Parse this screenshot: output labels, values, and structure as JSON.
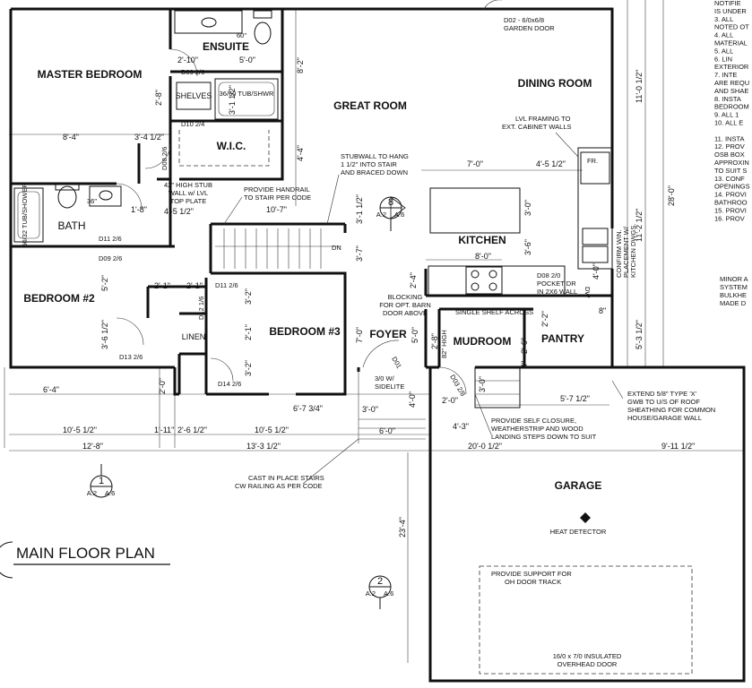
{
  "title": "MAIN FLOOR PLAN",
  "rooms": {
    "master_bedroom": "MASTER BEDROOM",
    "ensuite": "ENSUITE",
    "wic": "W.I.C.",
    "bath": "BATH",
    "bedroom2": "BEDROOM #2",
    "bedroom3": "BEDROOM #3",
    "great_room": "GREAT ROOM",
    "dining_room": "DINING ROOM",
    "kitchen": "KITCHEN",
    "foyer": "FOYER",
    "mudroom": "MUDROOM",
    "pantry": "PANTRY",
    "garage": "GARAGE",
    "linen": "LINEN",
    "shelves": "SHELVES"
  },
  "fixtures": {
    "tub_shwr": "36/60 TUB/SHWR",
    "tub_shower_bath": "60/32 TUB/SHOWER",
    "lav_60": "60\"",
    "lav_36": "36\"",
    "fridge": "FR.",
    "dw": "DW",
    "heat_detector": "HEAT DETECTOR",
    "dn": "DN"
  },
  "doors": {
    "d02": "D02 - 6/0x6/8",
    "d02_label": "GARDEN DOOR",
    "d09_ensuite": "D09 2/6",
    "d10": "D10 2/4",
    "d09_bath": "D09 2/6",
    "d08_wic": "D08 2/6",
    "d11_bath": "D11 2/6",
    "d11_bed3": "D11 2/6",
    "d12": "D12 1/6",
    "d13": "D13 2/6",
    "d14": "D14 2/6",
    "d01": "D01",
    "d03": "D03 2/8",
    "d08_pocket_1": "D08 2/0",
    "d08_pocket_2": "POCKET DR",
    "d08_pocket_3": "IN 2X6 WALL",
    "sidelite_1": "3/0 W/",
    "sidelite_2": "SIDELITE"
  },
  "notes": {
    "lvl_framing_1": "LVL FRAMING TO",
    "lvl_framing_2": "EXT. CABINET WALLS",
    "stubwall_1": "STUBWALL TO HANG",
    "stubwall_2": "1 1/2\" INTO STAIR",
    "stubwall_3": "AND BRACED DOWN",
    "stub_high_1": "42\" HIGH STUB",
    "stub_high_2": "WALL w/ LVL",
    "stub_high_3": "TOP PLATE",
    "handrail_1": "PROVIDE HANDRAIL",
    "handrail_2": "TO STAIR PER CODE",
    "blocking_1": "BLOCKING",
    "blocking_2": "FOR OPT. BARN",
    "blocking_3": "DOOR ABOVE",
    "single_shelf": "SINGLE SHELF ACROSS",
    "high_82": "82\" HIGH",
    "confirm_1": "CONFIRM WIN.",
    "confirm_2": "PLACEMENT W/",
    "confirm_3": "KITCHEN DWGS.",
    "extend_1": "EXTEND 5/8\" TYPE 'X'",
    "extend_2": "GWB TO U/S OF ROOF",
    "extend_3": "SHEATHING FOR COMMON",
    "extend_4": "HOUSE/GARAGE WALL",
    "closure_1": "PROVIDE SELF CLOSURE,",
    "closure_2": "WEATHERSTRIP AND WOOD",
    "closure_3": "LANDING STEPS DOWN TO SUIT",
    "cast_1": "CAST IN PLACE STAIRS",
    "cast_2": "CW RAILING AS PER CODE",
    "support_1": "PROVIDE SUPPORT FOR",
    "support_2": "OH DOOR TRACK",
    "ohdoor_1": "16/0 x 7/0 INSULATED",
    "ohdoor_2": "OVERHEAD DOOR",
    "minor_1": "MINOR A",
    "minor_2": "SYSTEM",
    "minor_3": "BULKHE",
    "minor_4": "MADE D"
  },
  "side_notes": [
    "NOTIFIE",
    "IS UNDER",
    "3.   ALL",
    "NOTED OT",
    "4.   ALL",
    "MATERIAL",
    "5.   ALL",
    "6.   LIN",
    "EXTERIOR",
    "7.   INTE",
    "ARE REQU",
    "AND SHAE",
    "8.   INSTA",
    "BEDROOM",
    "9.   ALL 1",
    "10.  ALL E",
    "",
    "11.  INSTA",
    "12.  PROV",
    "OSB BOX",
    "APPROXIN",
    "TO SUIT S",
    "13.  CONF",
    "OPENINGS",
    "14.  PROVI",
    "BATHROO",
    "15.  PROVI",
    "16.  PROV"
  ],
  "section_markers": [
    {
      "number": "8",
      "sheet": "A.2",
      "detail": "A.6"
    },
    {
      "number": "1",
      "sheet": "A.2",
      "detail": "A.6"
    },
    {
      "number": "2",
      "sheet": "A.2",
      "detail": "A.6"
    }
  ],
  "dimensions": {
    "ens_2_10": "2'-10\"",
    "ens_5_0": "5'-0\"",
    "ens_2_8": "2'-8\"",
    "ens_3_1_5": "3'-1 1/2\"",
    "top_8_2": "8'-2\"",
    "top_4_4": "4'-4\"",
    "right_11_0_5": "11'-0 1/2\"",
    "right_28_0": "28'-0\"",
    "right_11_2_5": "11'-2 1/2\"",
    "right_5_3_5": "5'-3 1/2\"",
    "right_4_0": "4'-0\"",
    "m_8_4": "8'-4\"",
    "m_3_4_5": "3'-4 1/2\"",
    "m_4_5_5": "4'-5 1/2\"",
    "m_1_8": "1'-8\"",
    "m_10_7": "10'-7\"",
    "m_3_1_5": "3'-1 1/2\"",
    "m_3_7": "3'-7\"",
    "k_7_0": "7'-0\"",
    "k_4_5_5": "4'-5 1/2\"",
    "k_3_0": "3'-0\"",
    "k_8_0": "8'-0\"",
    "k_3_6": "3'-6\"",
    "b2_5_2": "5'-2\"",
    "b2_3_6_5": "3'-6 1/2\"",
    "b2_2_1a": "2'-1\"",
    "b2_2_1b": "2'-1\"",
    "b2_3_2a": "3'-2\"",
    "b2_2_1c": "2'-1\"",
    "b2_3_2b": "3'-2\"",
    "b2_2_0": "2'-0\"",
    "f_2_4": "2'-4\"",
    "f_5_0": "5'-0\"",
    "f_7_0": "7'-0\"",
    "f_2_8": "2'-8\"",
    "f_4_0": "4'-0\"",
    "f_2_0": "2'-0\"",
    "f_3_0a": "3'-0\"",
    "f_3_0b": "3'-0\"",
    "f_4_3": "4'-3\"",
    "f_6_0": "6'-0\"",
    "p_2_2": "2'-2\"",
    "p_2_6": "2'-6\"",
    "p_4": "4\"",
    "p_8": "8\"",
    "b_6_4": "6'-4\"",
    "b_6_7_75": "6'-7 3/4\"",
    "b_10_5_5a": "10'-5 1/2\"",
    "b_1_11": "1'-11\"",
    "b_2_6_5": "2'-6 1/2\"",
    "b_10_5_5b": "10'-5 1/2\"",
    "b_12_8": "12'-8\"",
    "b_13_3_5": "13'-3 1/2\"",
    "g_5_7_5": "5'-7 1/2\"",
    "g_20_0_5": "20'-0 1/2\"",
    "g_9_11_5": "9'-11 1/2\"",
    "g_23_4": "23'-4\""
  }
}
